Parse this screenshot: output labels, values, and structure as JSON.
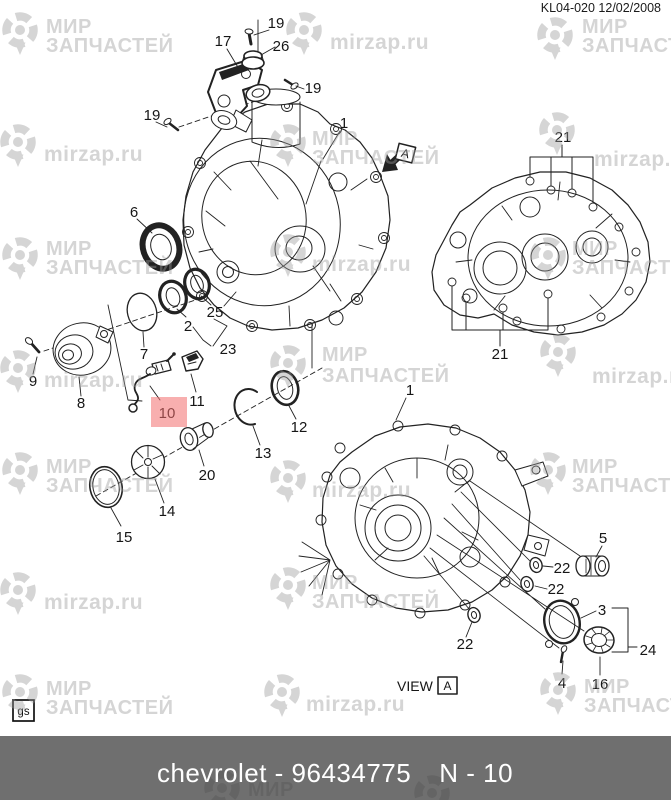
{
  "header": {
    "code": "KL04-020 12/02/2008"
  },
  "watermark": {
    "brand_line1": "МИР",
    "brand_line2": "ЗАПЧАСТЕЙ",
    "site": "mirzap.ru"
  },
  "diagram": {
    "callouts": {
      "1a": "1",
      "1b": "1",
      "2": "2",
      "3": "3",
      "4": "4",
      "5": "5",
      "6": "6",
      "7": "7",
      "8": "8",
      "9": "9",
      "10": "10",
      "11": "11",
      "12": "12",
      "13": "13",
      "14": "14",
      "15": "15",
      "16": "16",
      "17": "17",
      "19a": "19",
      "19b": "19",
      "19c": "19",
      "20": "20",
      "21a": "21",
      "21b": "21",
      "22a": "22",
      "22b": "22",
      "22c": "22",
      "23": "23",
      "24": "24",
      "25": "25",
      "26": "26"
    },
    "highlighted_callout": "10",
    "view": {
      "label": "VIEW",
      "ref": "A"
    },
    "section_arrow_ref": "A",
    "corner_code": "gs"
  },
  "footer": {
    "part": "chevrolet - 96434775",
    "sheet": "N - 10"
  },
  "colors": {
    "line": "#222222",
    "highlight": "#f26d6d",
    "watermark": "#9b9b9b",
    "footer_bg": "#6f6f6f",
    "footer_text": "#ffffff",
    "bg": "#ffffff"
  }
}
